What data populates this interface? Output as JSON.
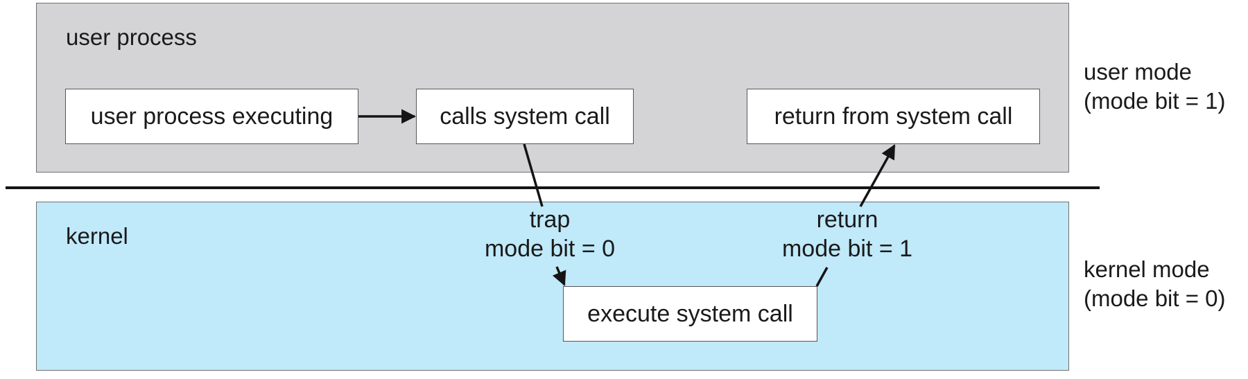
{
  "user_region": {
    "title": "user process"
  },
  "kernel_region": {
    "title": "kernel"
  },
  "boxes": {
    "user_exec": "user process executing",
    "calls": "calls system call",
    "return_from": "return from system call",
    "kernel_exec": "execute system call"
  },
  "labels": {
    "trap_1": "trap",
    "trap_2": "mode bit = 0",
    "return_1": "return",
    "return_2": "mode bit = 1"
  },
  "modes": {
    "user_1": "user mode",
    "user_2": "(mode bit = 1)",
    "kernel_1": "kernel mode",
    "kernel_2": "(mode bit = 0)"
  }
}
